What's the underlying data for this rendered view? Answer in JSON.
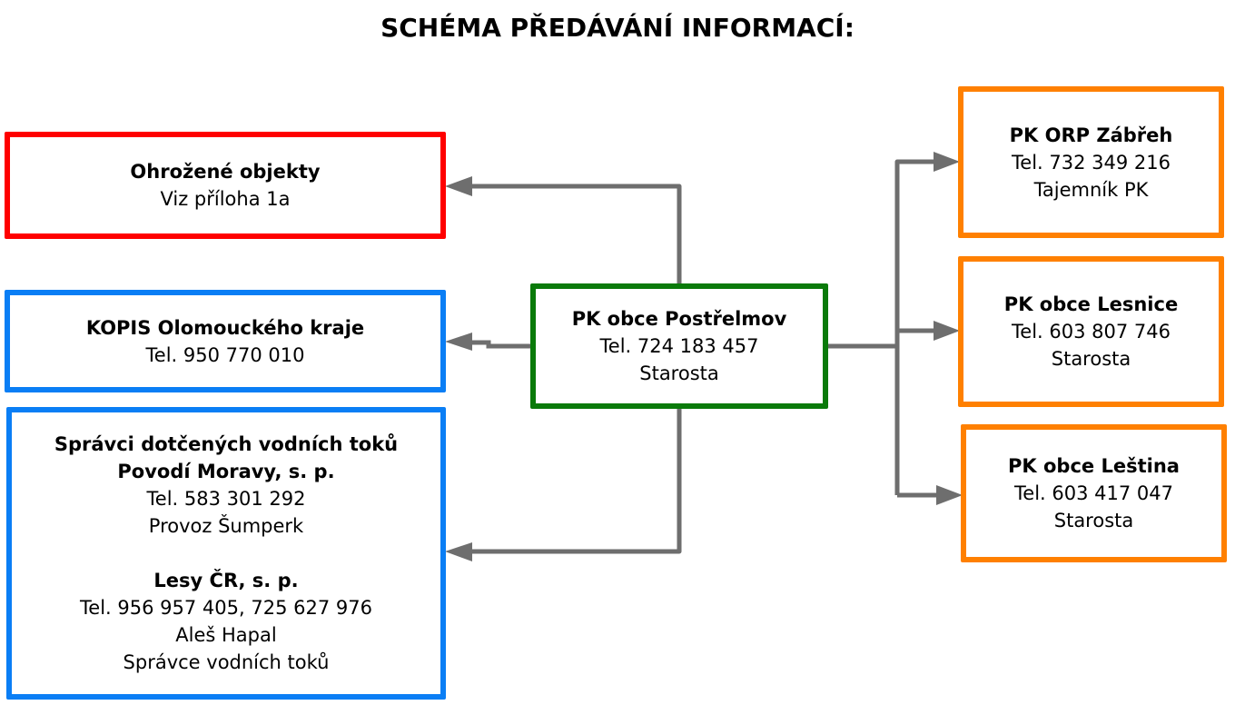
{
  "title": "SCHÉMA PŘEDÁVÁNÍ INFORMACÍ:",
  "colors": {
    "threatened": "#ff0000",
    "rescue": "#0a7ef5",
    "center": "#0a7a0a",
    "municipality": "#ff8000",
    "connector": "#6e6e6e"
  },
  "center": {
    "name": "PK obce Postřelmov",
    "phone": "Tel. 724 183 457",
    "role": "Starosta"
  },
  "left": {
    "threatened": {
      "name": "Ohrožené objekty",
      "detail": "Viz příloha 1a"
    },
    "kopis": {
      "name": "KOPIS Olomouckého kraje",
      "phone": "Tel. 950 770 010"
    },
    "water": {
      "heading": "Správci dotčených vodních toků",
      "org1": {
        "name": "Povodí Moravy, s. p.",
        "phone": "Tel. 583 301 292",
        "unit": "Provoz Šumperk"
      },
      "org2": {
        "name": "Lesy ČR, s. p.",
        "phone": "Tel. 956 957 405, 725 627 976",
        "person": "Aleš Hapal",
        "role": "Správce vodních toků"
      }
    }
  },
  "right": [
    {
      "name": "PK ORP Zábřeh",
      "phone": "Tel. 732 349 216",
      "role": "Tajemník PK"
    },
    {
      "name": "PK obce Lesnice",
      "phone": "Tel. 603 807 746",
      "role": "Starosta"
    },
    {
      "name": "PK obce Leština",
      "phone": "Tel. 603 417 047",
      "role": "Starosta"
    }
  ]
}
